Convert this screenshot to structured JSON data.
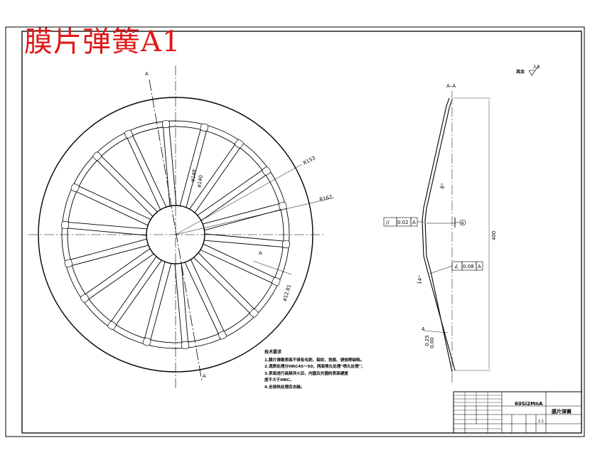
{
  "watermark": "膜片弹簧A1",
  "section_label": "A–A",
  "view_marker": "A",
  "roughness": {
    "label": "其余",
    "value": "3.2"
  },
  "dimensions": {
    "r_outer": "R153",
    "r_slot": "R167",
    "d1": "ø148",
    "d2": "ø140",
    "slot_width": "ø12.81",
    "section_height": "400",
    "thickness_a": "4",
    "thickness_b": "0.25",
    "thickness_c": "0.00",
    "angle_upper": "8°",
    "angle_lower": "14°"
  },
  "tolerances": {
    "parallel": {
      "symbol": "//",
      "value": "0.02",
      "datum": "A"
    },
    "angularity": {
      "symbol": "∠",
      "value": "0.08",
      "datum": "A"
    }
  },
  "notes": {
    "title": "技术要求",
    "items": [
      "1.膜片弹簧表面不得有毛刺、裂纹、划痕、锈蚀等缺陷。",
      "2.调质处理分HRC45～50，两面喷丸处理\"喷丸处理\"；",
      "3.表面进行高频淬火后，内圆及外圆的表面硬度",
      "  度不大于HRC。",
      "4.全部热处理后去磁。"
    ]
  },
  "title_block": {
    "material": "60Si2MnA",
    "part_name": "膜片弹簧",
    "scale": "1:1"
  }
}
